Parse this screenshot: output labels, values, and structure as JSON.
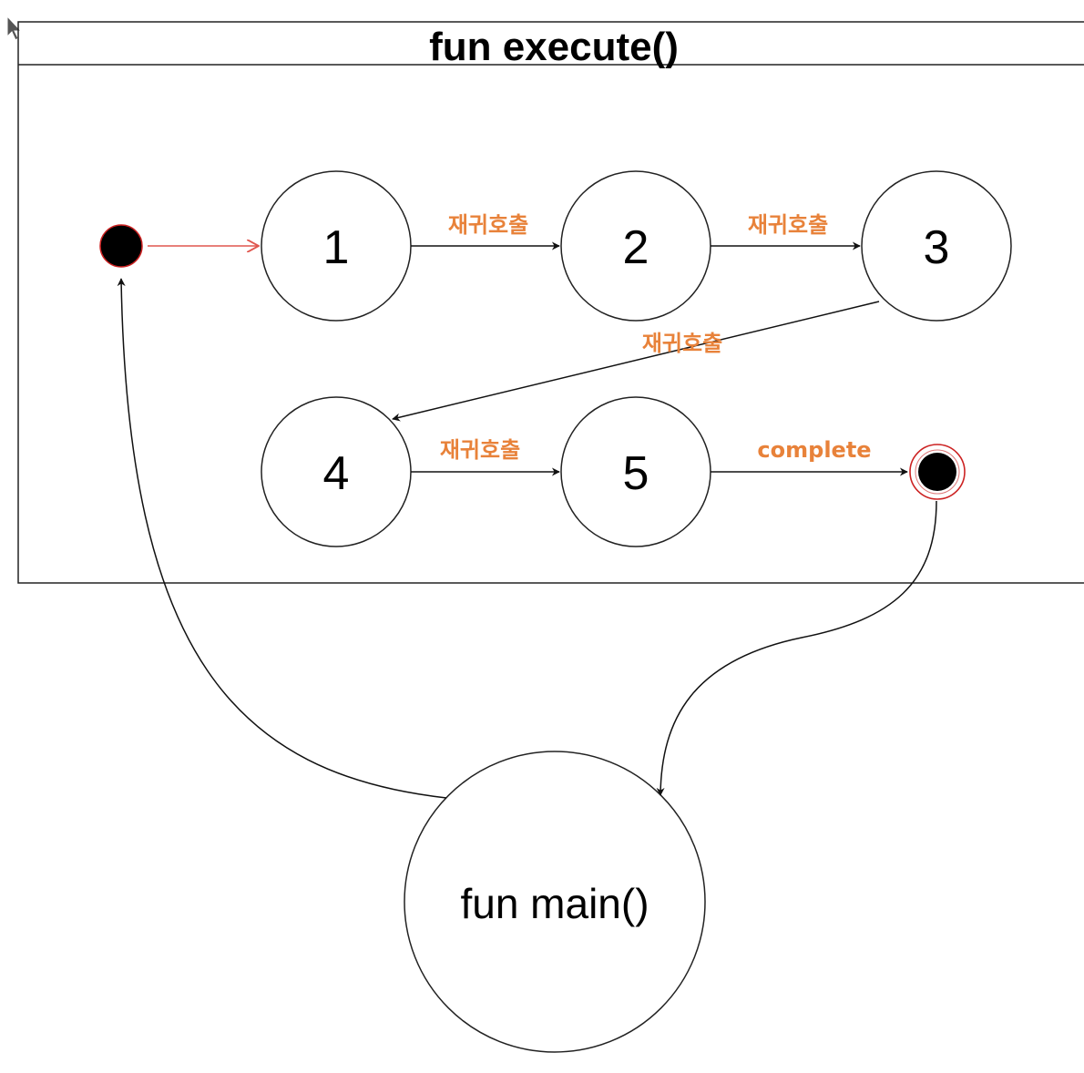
{
  "frame": {
    "title": "fun execute()"
  },
  "states": [
    {
      "id": "s1",
      "label": "1"
    },
    {
      "id": "s2",
      "label": "2"
    },
    {
      "id": "s3",
      "label": "3"
    },
    {
      "id": "s4",
      "label": "4"
    },
    {
      "id": "s5",
      "label": "5"
    }
  ],
  "main_node": {
    "label": "fun main()"
  },
  "transitions": [
    {
      "from": "s1",
      "to": "s2",
      "label": "재귀호출"
    },
    {
      "from": "s2",
      "to": "s3",
      "label": "재귀호출"
    },
    {
      "from": "s3",
      "to": "s4",
      "label": "재귀호출"
    },
    {
      "from": "s4",
      "to": "s5",
      "label": "재귀호출"
    },
    {
      "from": "s5",
      "to": "final",
      "label": "complete"
    }
  ],
  "colors": {
    "label_orange": "#e8823a",
    "start_edge_red": "#e0574f",
    "node_stroke": "#222222",
    "pseudostate_fill": "#000000",
    "pseudostate_ring": "#cc2222"
  }
}
